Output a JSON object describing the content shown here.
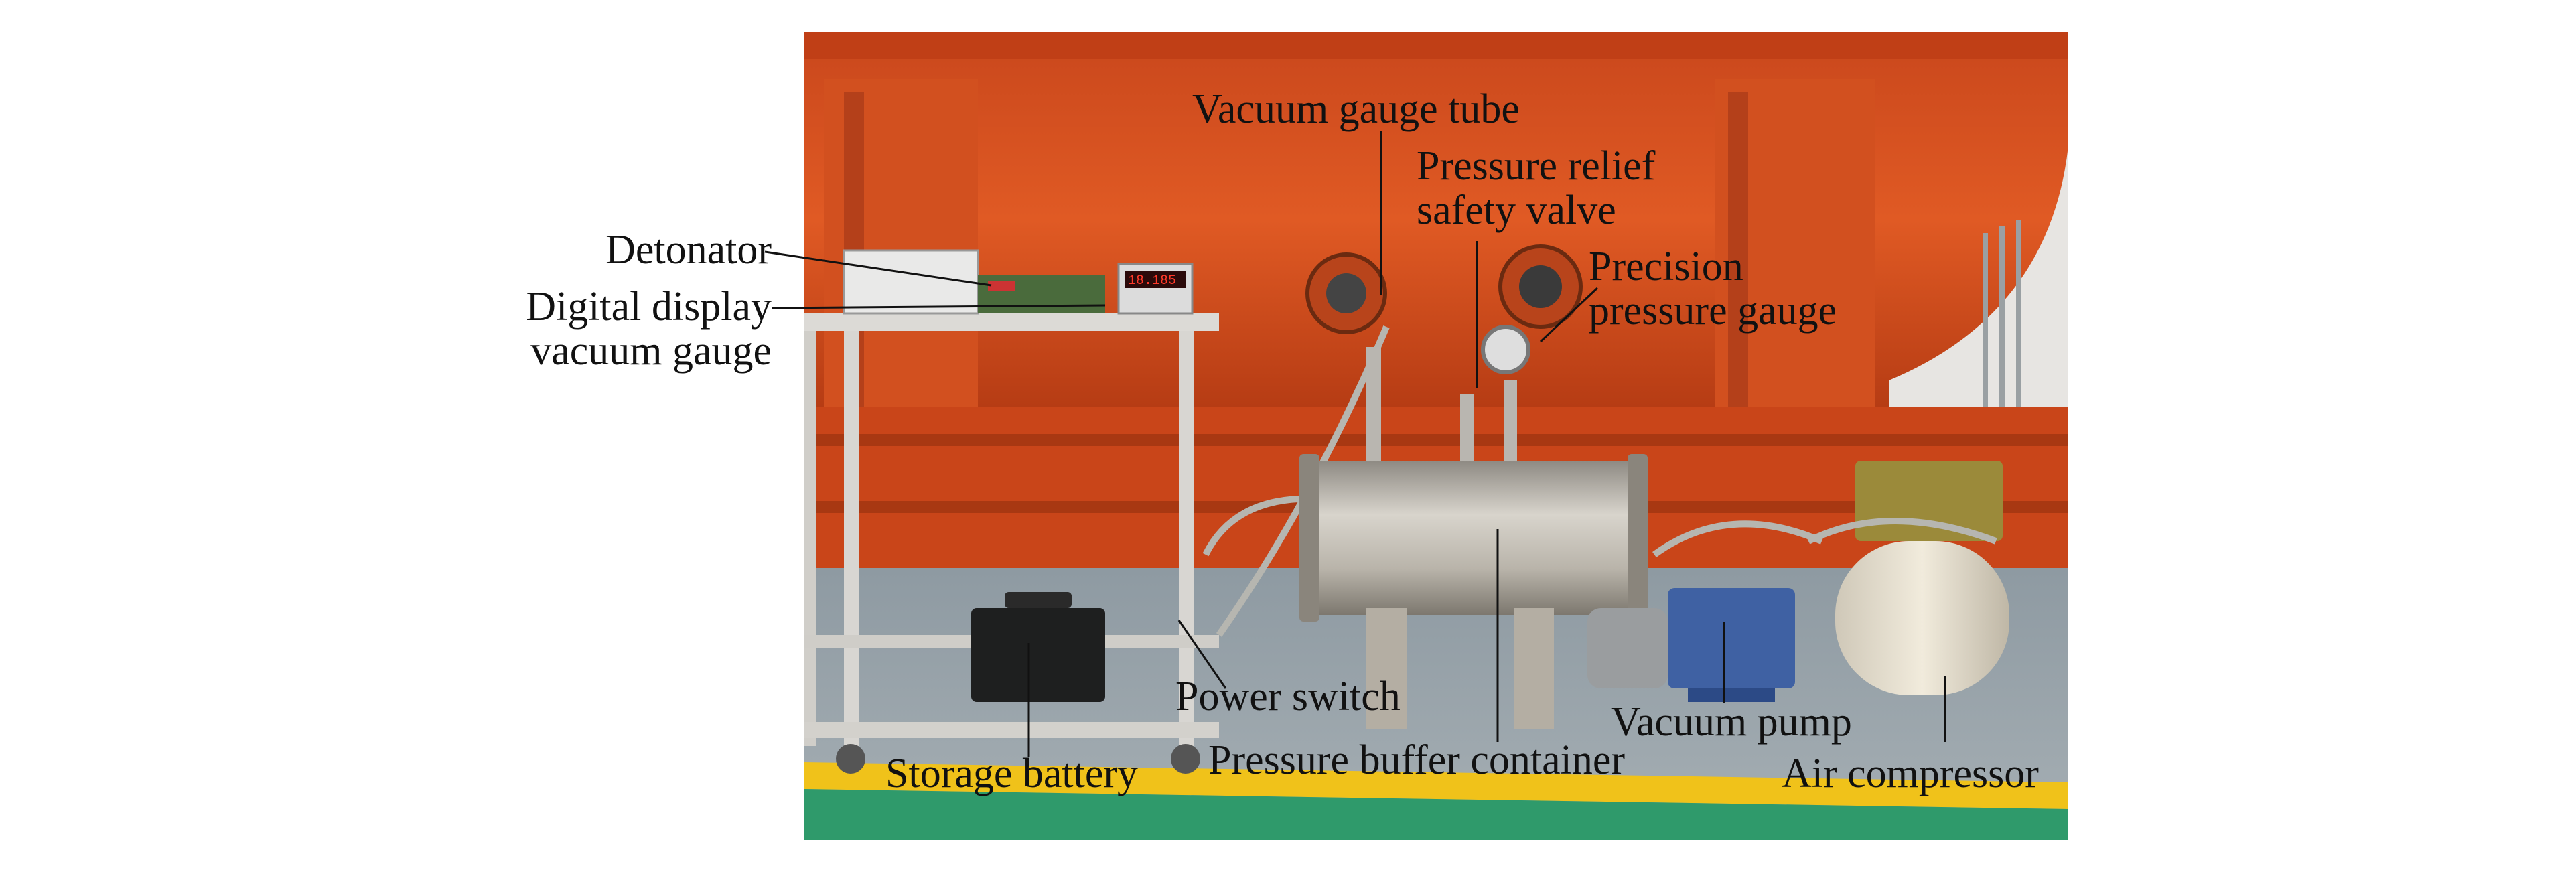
{
  "figure": {
    "labels": {
      "vacuum_gauge_tube": "Vacuum gauge tube",
      "pressure_relief_safety_valve": "Pressure relief\nsafety valve",
      "precision_pressure_gauge": "Precision\npressure gauge",
      "detonator": "Detonator",
      "digital_display_vacuum_gauge": "Digital display\nvacuum gauge",
      "power_switch": "Power switch",
      "storage_battery": "Storage battery",
      "pressure_buffer_container": "Pressure buffer container",
      "vacuum_pump": "Vacuum pump",
      "air_compressor": "Air compressor"
    },
    "gauge_readout": "18.185"
  }
}
